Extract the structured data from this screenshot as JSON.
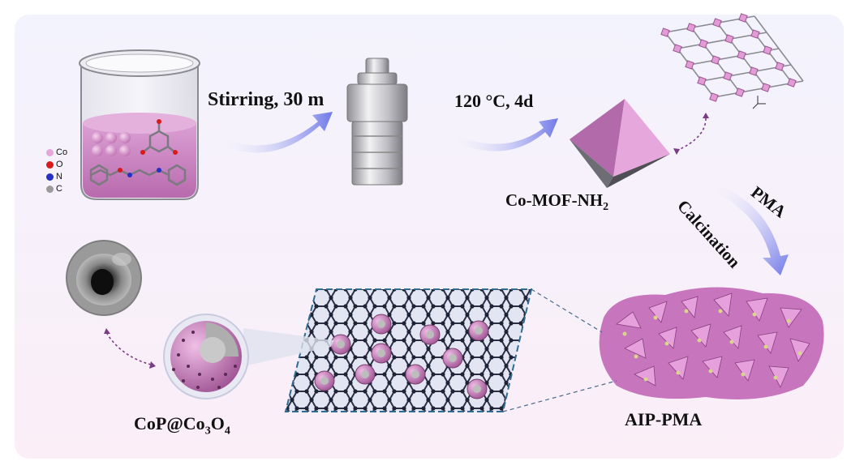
{
  "legend": [
    {
      "symbol": "Co",
      "color": "#e7a6d8"
    },
    {
      "symbol": "O",
      "color": "#d81b1b"
    },
    {
      "symbol": "N",
      "color": "#2430c8"
    },
    {
      "symbol": "C",
      "color": "#9a9a9a"
    }
  ],
  "steps": {
    "step1": "Stirring, 30 m",
    "step2": "120 °C, 4d",
    "step3a": "PMA",
    "step3b": "Calcination"
  },
  "products": {
    "mof": {
      "base": "Co-MOF-NH",
      "sub": "2"
    },
    "aip": "AIP-PMA",
    "cop": {
      "a": "CoP@Co",
      "s1": "3",
      "b": "O",
      "s2": "4"
    }
  },
  "colors": {
    "mof_pink": "#d98fcf",
    "liquid": "#cf86c6",
    "arrow": "#6f78e8",
    "carbon": "#1f2336"
  }
}
